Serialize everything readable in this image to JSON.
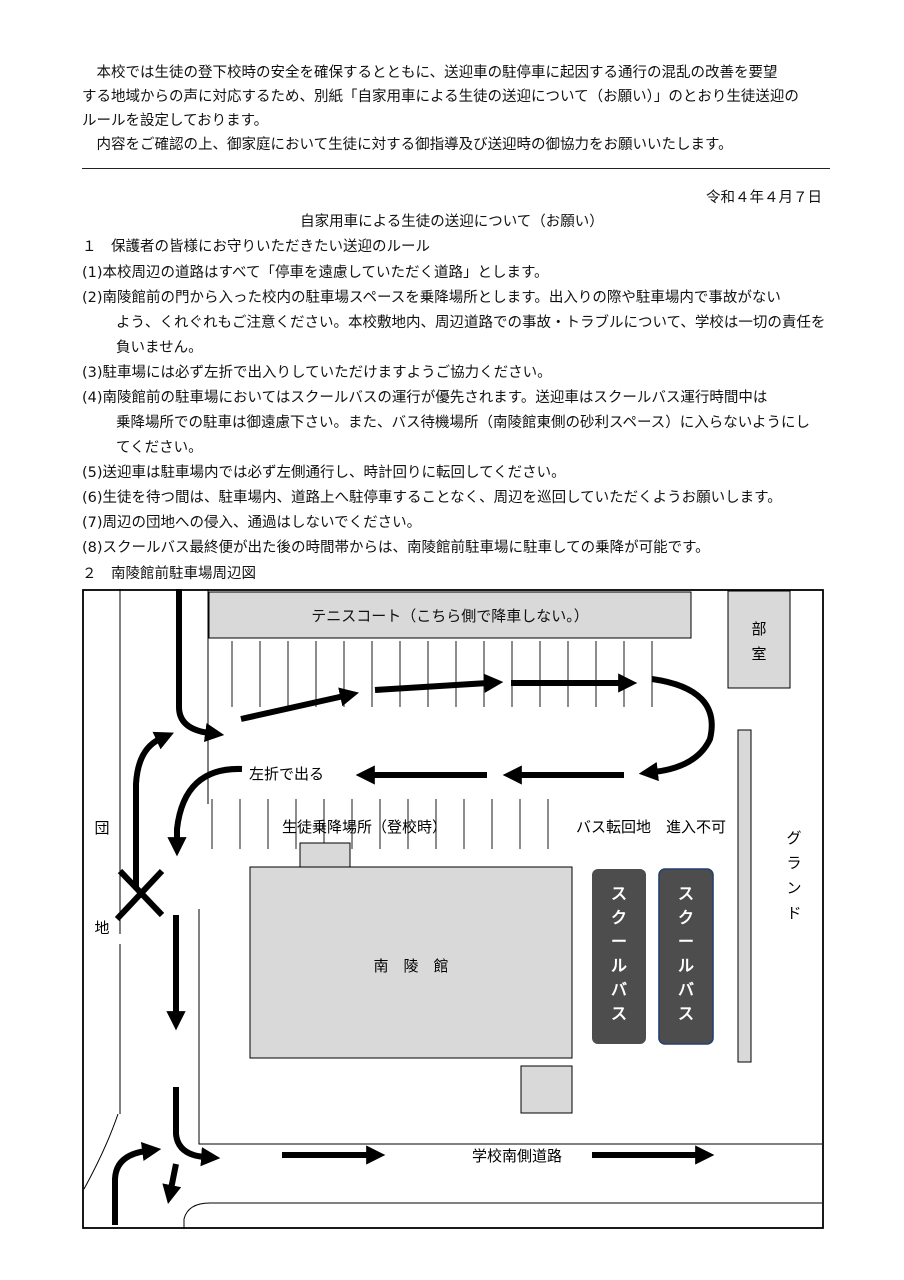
{
  "intro": {
    "p1": [
      "本校では生徒の登下校時の安全を確保するとともに、送迎車の駐停車に起因する通行の混乱の改善を要望",
      "する地域からの声に対応するため、別紙「自家用車による生徒の送迎について（お願い）」のとおり生徒送迎の",
      "ルールを設定しております。"
    ],
    "p2": "内容をご確認の上、御家庭において生徒に対する御指導及び送迎時の御協力をお願いいたします。"
  },
  "date": "令和４年４月７日",
  "title": "自家用車による生徒の送迎について（お願い）",
  "section1": "１　保護者の皆様にお守りいただきたい送迎のルール",
  "rules": [
    [
      "(1)本校周辺の道路はすべて「停車を遠慮していただく道路」とします。"
    ],
    [
      "(2)南陵館前の門から入った校内の駐車場スペースを乗降場所とします。出入りの際や駐車場内で事故がない",
      "よう、くれぐれもご注意ください。本校敷地内、周辺道路での事故・トラブルについて、学校は一切の責任を",
      "負いません。"
    ],
    [
      "(3)駐車場には必ず左折で出入りしていただけますようご協力ください。"
    ],
    [
      "(4)南陵館前の駐車場においてはスクールバスの運行が優先されます。送迎車はスクールバス運行時間中は",
      "乗降場所での駐車は御遠慮下さい。また、バス待機場所（南陵館東側の砂利スペース）に入らないようにし",
      "てください。"
    ],
    [
      "(5)送迎車は駐車場内では必ず左側通行し、時計回りに転回してください。"
    ],
    [
      "(6)生徒を待つ間は、駐車場内、道路上へ駐停車することなく、周辺を巡回していただくようお願いします。"
    ],
    [
      "(7)周辺の団地への侵入、通過はしないでください。"
    ],
    [
      "(8)スクールバス最終便が出た後の時間帯からは、南陵館前駐車場に駐車しての乗降が可能です。"
    ]
  ],
  "section2": "２　南陵館前駐車場周辺図",
  "map": {
    "tennis": "テニスコート（こちら側で降車しない。）",
    "clubroom": "部室",
    "exit_left": "左折で出る",
    "dropoff": "生徒乗降場所（登校時）",
    "bus_turn": "バス転回地　進入不可",
    "ground": "グランド",
    "danchi": [
      "団",
      "地"
    ],
    "nanryo": "南　陵　館",
    "school_bus": "スクールバス",
    "south_road": "学校南側道路"
  }
}
